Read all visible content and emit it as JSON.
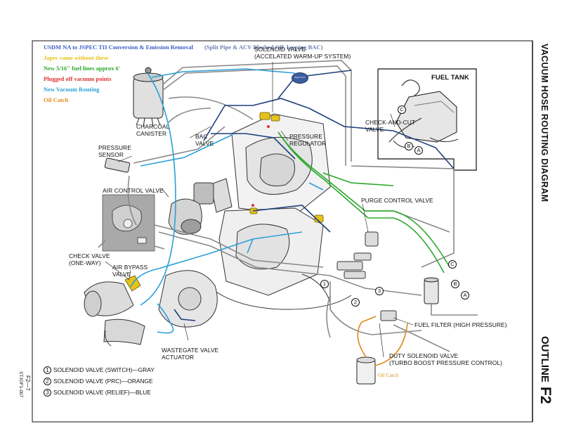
{
  "legend": {
    "title": "USDM NA to JSPEC TII Conversion & Emission Removal",
    "subtitle": "(Split Pipe & ACV Blocked Off, keeping BAC)",
    "items": [
      {
        "text": "Japec came without these",
        "color": "#e6c21a"
      },
      {
        "text": "New 5/16\" fuel lines approx 6'",
        "color": "#2aa82a"
      },
      {
        "text": "Plugged off vacuum points",
        "color": "#e03030"
      },
      {
        "text": "New Vacuum Routing",
        "color": "#2aa0d8"
      },
      {
        "text": "Oil Catch",
        "color": "#e08a1a"
      }
    ]
  },
  "stamp_text": "Approved",
  "labels": {
    "solenoid_warmup": "SOLENOID VALVE\n(ACCELATED WARM-UP SYSTEM)",
    "charcoal": "CHARCOAL\nCANISTER",
    "bac": "BAC\nVALVE",
    "pressure_regulator": "PRESSURE\nREGULATOR",
    "pressure_sensor": "PRESSURE\nSENSOR",
    "air_control": "AIR CONTROL VALVE",
    "purge": "PURGE CONTROL VALVE",
    "check_valve": "CHECK VALVE\n(ONE-WAY)",
    "air_bypass": "AIR BYPASS\nVALVE",
    "fuel_filter": "FUEL FILTER (HIGH PRESSURE)",
    "wastegate": "WASTEGATE VALVE\nACTUATOR",
    "duty_solenoid": "DUTY SOLENOID VALVE\n(TURBO BOOST PRESSURE CONTROL)",
    "fuel_tank": "FUEL TANK",
    "check_and_cut": "CHECK-AND-CUT\nVALVE"
  },
  "callouts": {
    "a": "A",
    "b": "B",
    "c": "C",
    "n1": "1",
    "n2": "2",
    "n3": "3"
  },
  "key": [
    {
      "num": "1",
      "text": "SOLENOID  VALVE (SWITCH)—GRAY"
    },
    {
      "num": "2",
      "text": "SOLENOID VALVE (PRC)—ORANGE"
    },
    {
      "num": "3",
      "text": "SOLENOID VALVE (RELIEF)—BLUE"
    }
  ],
  "oil_catch_label": "Oil Catch",
  "side_title": "VACUUM HOSE ROUTING DIAGRAM",
  "outline": {
    "text": "OUTLINE",
    "code": "F2"
  },
  "margin": {
    "code": "STJOF1-007",
    "page": "F2—7"
  },
  "colors": {
    "hose_gray": "#7a7a7a",
    "vacuum_blue": "#2aa0d8",
    "dark_blue": "#1f3f7a",
    "fuel_green": "#2aa82a",
    "oil_orange": "#e08a1a",
    "japec_yellow": "#e6c21a",
    "plug_red": "#e03030"
  }
}
